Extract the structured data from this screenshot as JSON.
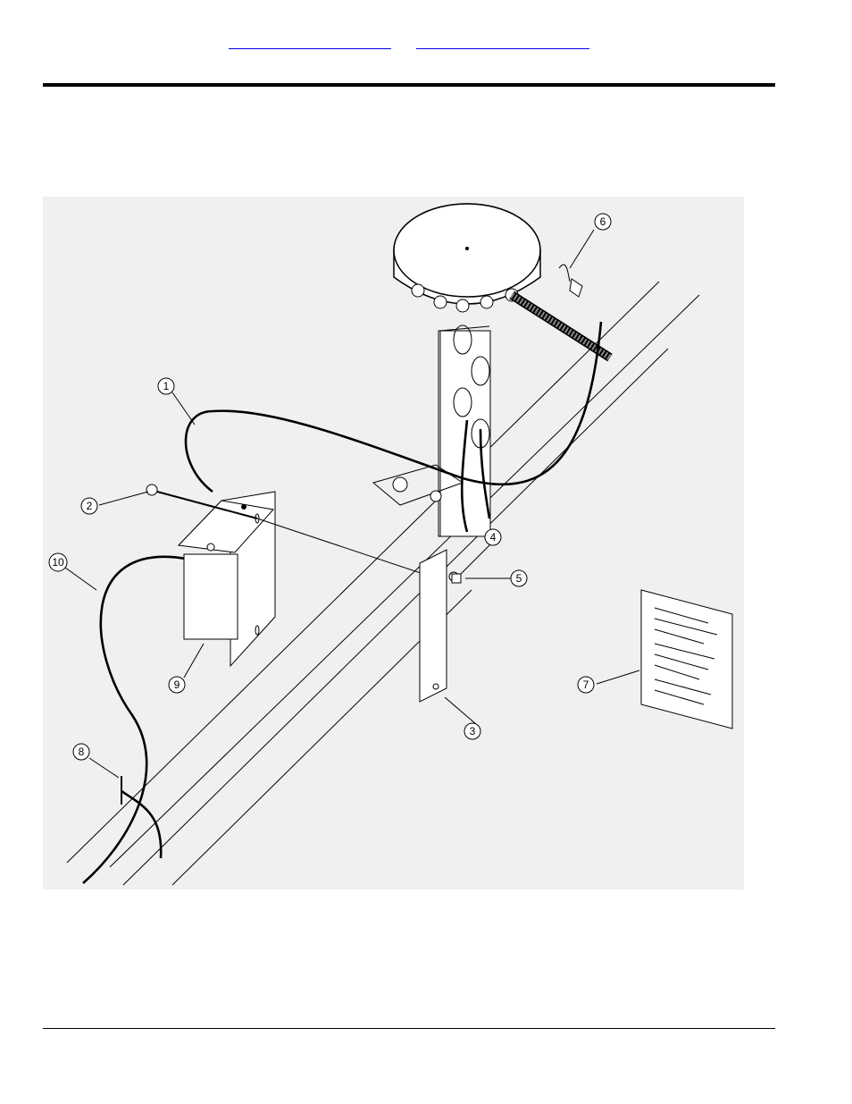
{
  "header": {
    "link_1": "",
    "link_2": ""
  },
  "figure": {
    "callouts": [
      "1",
      "2",
      "3",
      "4",
      "5",
      "6",
      "7",
      "8",
      "9",
      "10"
    ]
  }
}
